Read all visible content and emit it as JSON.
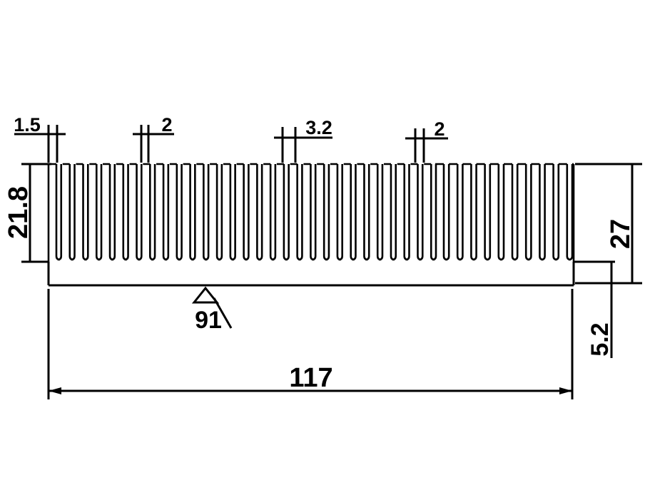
{
  "dimensions": {
    "fin_tip_thickness": "1.5",
    "fin_gap_left": "2",
    "fin_gap_center": "3.2",
    "fin_gap_right": "2",
    "fin_height": "21.8",
    "total_height": "27",
    "base_thickness": "5.2",
    "total_width": "117",
    "profile_number": "91"
  },
  "fins": {
    "dense_count": 29,
    "sparse_count": 10
  }
}
